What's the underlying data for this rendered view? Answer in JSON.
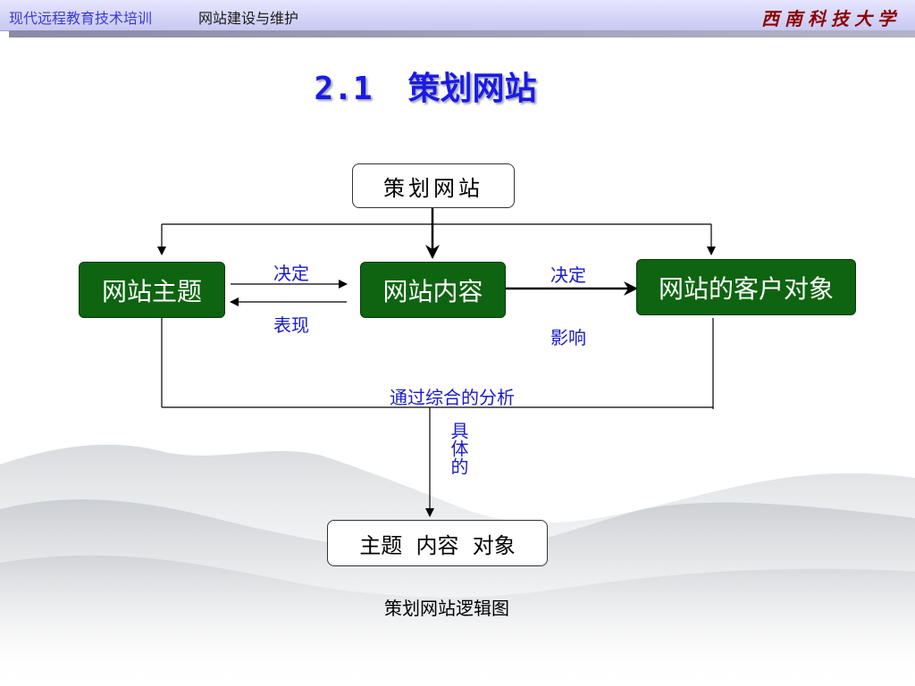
{
  "header": {
    "course": "现代远程教育技术培训",
    "subject": "网站建设与维护",
    "university": "西南科技大学"
  },
  "title": {
    "number": "2.1",
    "text": "策划网站"
  },
  "diagram": {
    "top_node": "策划网站",
    "nodes": {
      "theme": "网站主题",
      "content": "网站内容",
      "audience": "网站的客户对象"
    },
    "edge_labels": {
      "theme_to_content": "决定",
      "content_to_theme": "表现",
      "content_to_audience": "决定",
      "audience_to_content": "影响",
      "analysis": "通过综合的分析",
      "specific": "具体的"
    },
    "result_node": "主题  内容  对象",
    "caption": "策划网站逻辑图"
  },
  "colors": {
    "node_green": "#0e6410",
    "label_blue": "#1a1ac8",
    "title_blue": "#1a1ae6",
    "header_bg": "#d8d8f8"
  }
}
